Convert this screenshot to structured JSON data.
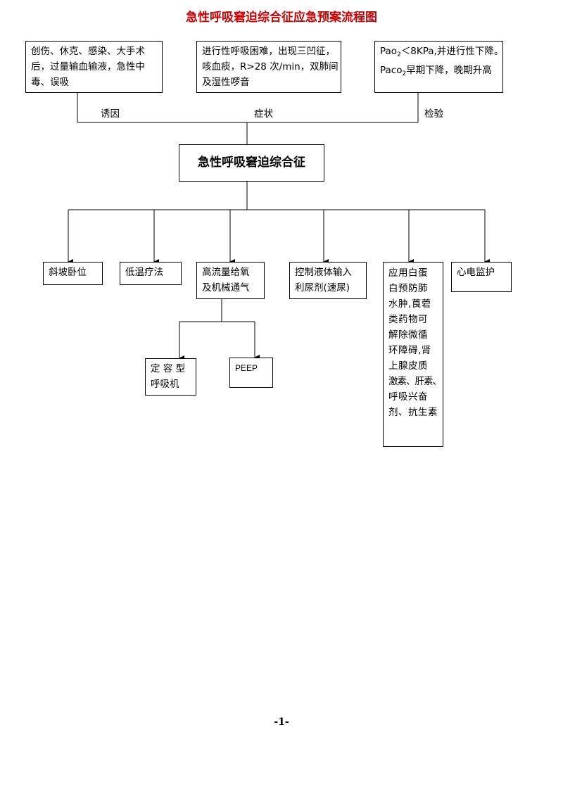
{
  "title": "急性呼吸窘迫综合征应急预案流程图",
  "colors": {
    "title": "#cc0000",
    "line": "#000000",
    "box_border": "#000000"
  },
  "cause": {
    "lines": [
      "创伤、休克、感染、大手术",
      "后，过量输血输液，急性中",
      "毒、误吸"
    ]
  },
  "symptom": {
    "lines": [
      "进行性呼吸困难，出现三凹征，",
      "咳血痰，R>28 次/min，双肺间",
      "及湿性啰音"
    ]
  },
  "test": {
    "line1": {
      "pre": "Pao",
      "sub": "2",
      "post": "＜8KPa,并进行性下降。"
    },
    "line2": {
      "pre": "Paco",
      "sub": "2",
      "post": "早期下降，晚期升高"
    }
  },
  "labels": {
    "cause": "诱因",
    "symptom": "症状",
    "test": "检验"
  },
  "center": "急性呼吸窘迫综合征",
  "measures": [
    {
      "lines": [
        "斜坡卧位"
      ]
    },
    {
      "lines": [
        "低温疗法"
      ]
    },
    {
      "lines": [
        "高流量给氧",
        "及机械通气"
      ]
    },
    {
      "lines": [
        "控制液体输入",
        "利尿剂(速尿)"
      ]
    },
    {
      "lines": [
        "应用白蛋",
        "白预防肺",
        "水肿,莨菪",
        "类药物可",
        "解除微循",
        "环障碍,肾",
        "上腺皮质",
        "激素、肝素、",
        "呼吸兴奋",
        "剂、抗生素"
      ]
    },
    {
      "lines": [
        "心电监护"
      ]
    }
  ],
  "ventilation": [
    {
      "lines": [
        "定 容 型",
        "呼吸机"
      ]
    },
    {
      "lines": [
        "PEEP"
      ]
    }
  ],
  "page_number": "-1-"
}
